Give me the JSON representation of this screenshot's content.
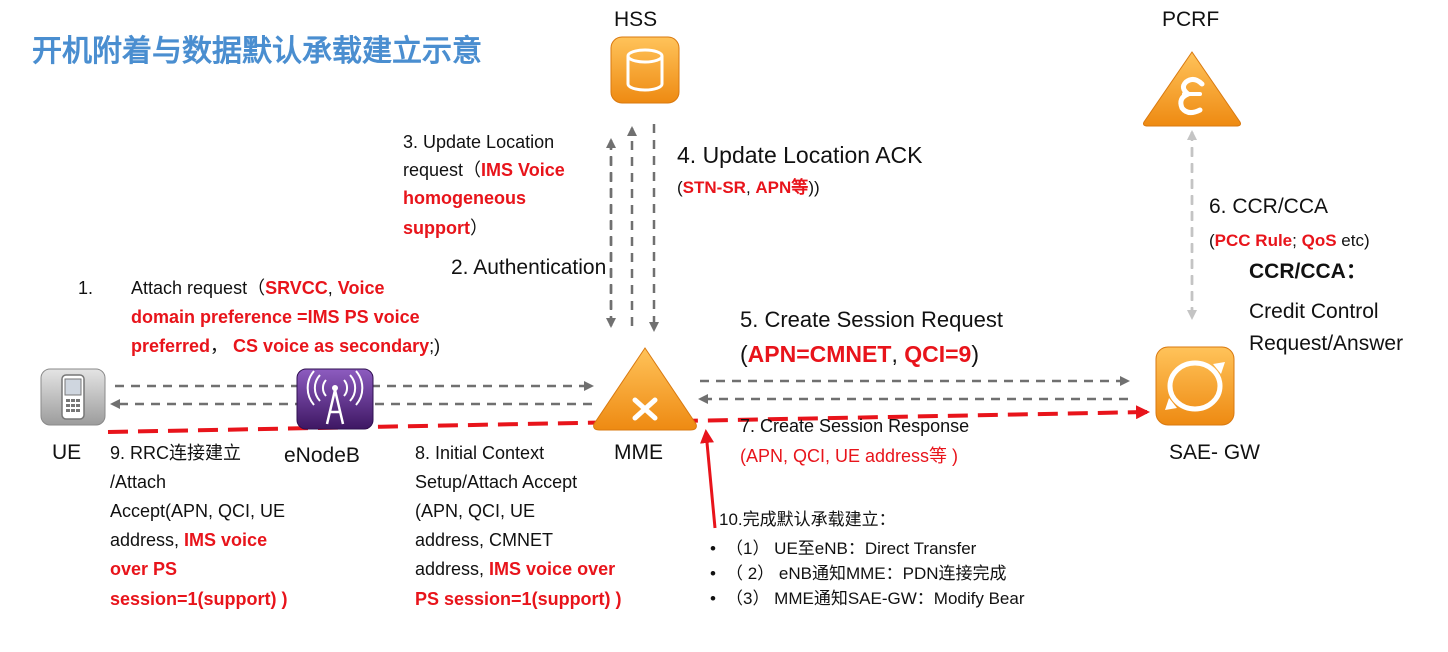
{
  "title": "开机附着与数据默认承载建立示意",
  "nodes": {
    "ue": "UE",
    "enodeb": "eNodeB",
    "mme": "MME",
    "hss": "HSS",
    "pcrf": "PCRF",
    "saegw": "SAE- GW"
  },
  "icons": {
    "ue": "mobile-phone-icon",
    "enodeb": "antenna-tower-icon",
    "mme": "mme-router-icon",
    "hss": "database-icon",
    "pcrf": "policy-icon",
    "saegw": "gateway-icon"
  },
  "colors": {
    "title": "#4a8ed0",
    "highlight": "#e8141b",
    "node_orange": "#f39a1e",
    "enodeb_purple": "#5b2a86",
    "dashed_arrow": "#707070"
  },
  "steps": {
    "s1": {
      "num": "1.",
      "a": "Attach request（",
      "b": "SRVCC",
      "c": ", ",
      "d": "Voice",
      "e": "domain preference =IMS PS voice",
      "f": "preferred",
      "g": "， ",
      "h": "CS voice as secondary",
      "i": ";)"
    },
    "s2": {
      "text": "2. Authentication"
    },
    "s3": {
      "a": "3. Update Location",
      "b": "request（",
      "c": "IMS Voice",
      "d": "homogeneous",
      "e": "support",
      "f": "）"
    },
    "s4": {
      "title": "4. Update Location ACK",
      "a": "(",
      "b": "STN-SR",
      "c": ", ",
      "d": "APN等",
      "e": "))"
    },
    "s5": {
      "title": "5. Create Session Request",
      "a": "(",
      "b": "APN=CMNET",
      "c": ", ",
      "d": "QCI=9",
      "e": ")"
    },
    "s6": {
      "title": "6. CCR/CCA",
      "a": "(",
      "b": "PCC Rule",
      "c": "; ",
      "d": "QoS",
      "e": " etc)",
      "ccr_title": "CCR/CCA：",
      "ccr_l1": "Credit Control",
      "ccr_l2": "Request/Answer"
    },
    "s7": {
      "title": "7. Create Session Response",
      "detail": "(APN, QCI, UE address等 )"
    },
    "s8": {
      "l1": "8. Initial Context",
      "l2": "Setup/Attach Accept",
      "l3": "(APN, QCI, UE",
      "l4": "address, CMNET",
      "l5a": "address, ",
      "l5b": "IMS voice over",
      "l6": "PS session=1(support) )"
    },
    "s9": {
      "l1": "9. RRC连接建立",
      "l2": "/Attach",
      "l3": "Accept(APN, QCI, UE",
      "l4a": "address, ",
      "l4b": "IMS voice",
      "l5": "over PS",
      "l6": "session=1(support) )"
    },
    "s10": {
      "title": "10.完成默认承载建立：",
      "items": [
        "（1） UE至eNB：Direct Transfer",
        "（ 2） eNB通知MME：PDN连接完成",
        "（3） MME通知SAE-GW：Modify Bear"
      ]
    }
  }
}
